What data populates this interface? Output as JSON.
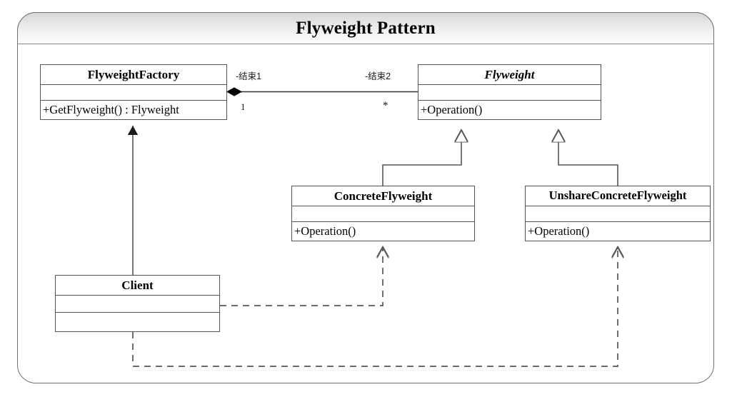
{
  "diagram": {
    "title": "Flyweight Pattern",
    "type": "uml-class-diagram",
    "classes": [
      {
        "id": "flyweight-factory",
        "name": "FlyweightFactory",
        "abstract": false,
        "attributes": [],
        "operations": [
          "+GetFlyweight() : Flyweight"
        ]
      },
      {
        "id": "flyweight",
        "name": "Flyweight",
        "abstract": true,
        "attributes": [],
        "operations": [
          "+Operation()"
        ]
      },
      {
        "id": "concrete-flyweight",
        "name": "ConcreteFlyweight",
        "abstract": false,
        "attributes": [],
        "operations": [
          "+Operation()"
        ]
      },
      {
        "id": "unshare-concrete-flyweight",
        "name": "UnshareConcreteFlyweight",
        "abstract": false,
        "attributes": [],
        "operations": [
          "+Operation()"
        ]
      },
      {
        "id": "client",
        "name": "Client",
        "abstract": false,
        "attributes": [],
        "operations": []
      }
    ],
    "edge_labels": {
      "end1": "-结束1",
      "end2": "-结束2",
      "multiplicity_source": "1",
      "multiplicity_target": "*"
    },
    "relationships": [
      {
        "kind": "composition",
        "from": "flyweight-factory",
        "to": "flyweight",
        "source_label": "-结束1",
        "target_label": "-结束2",
        "source_multiplicity": "1",
        "target_multiplicity": "*"
      },
      {
        "kind": "generalization",
        "from": "concrete-flyweight",
        "to": "flyweight"
      },
      {
        "kind": "generalization",
        "from": "unshare-concrete-flyweight",
        "to": "flyweight"
      },
      {
        "kind": "association",
        "from": "client",
        "to": "flyweight-factory"
      },
      {
        "kind": "dependency",
        "from": "client",
        "to": "concrete-flyweight"
      },
      {
        "kind": "dependency",
        "from": "client",
        "to": "unshare-concrete-flyweight"
      }
    ],
    "colors": {
      "frame_border": "#6f6f6f",
      "box_border": "#555555",
      "line": "#555555",
      "background": "#ffffff",
      "header_gradient_start": "#d6d6d6",
      "header_gradient_end": "#fcfcfc",
      "text": "#000000"
    }
  }
}
